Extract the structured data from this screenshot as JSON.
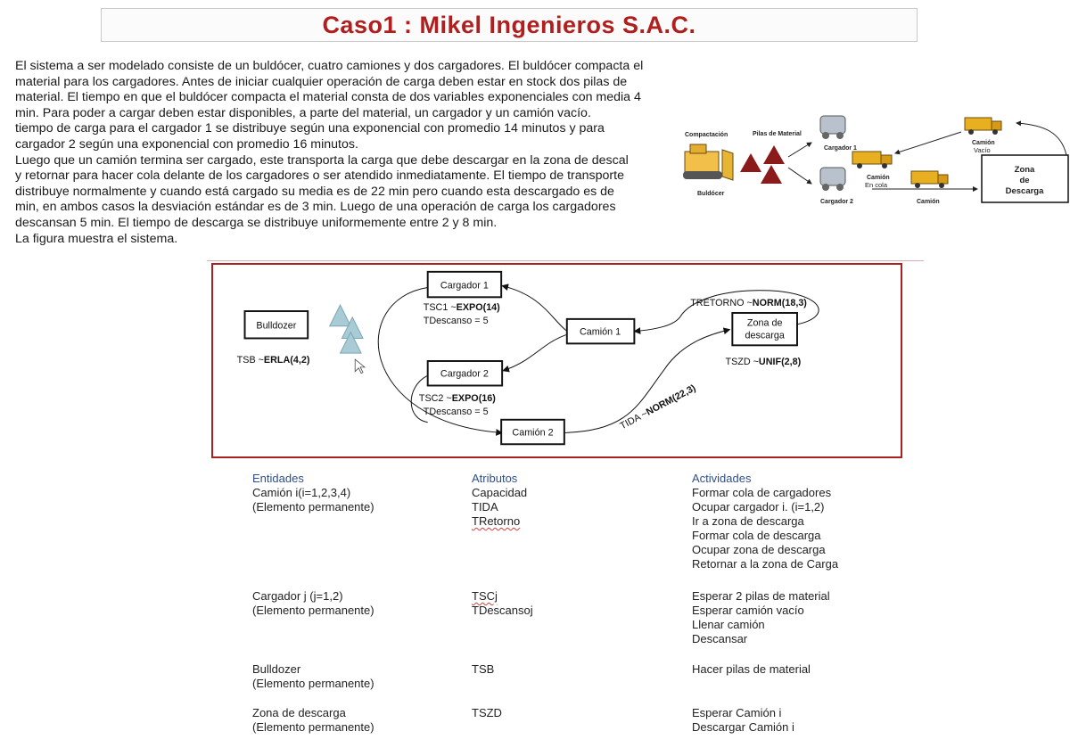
{
  "title": "Caso1 : Mikel Ingenieros S.A.C.",
  "intro_lines": [
    "El sistema a ser modelado consiste de un buldócer, cuatro camiones y dos cargadores. El buldócer compacta el",
    "material para los cargadores. Antes de iniciar cualquier operación de carga deben estar en stock dos pilas de",
    "material. El tiempo en que el buldócer compacta el material consta de dos variables exponenciales con media 4",
    "min. Para poder a cargar deben estar disponibles, a parte del material, un cargador y un camión vacío.",
    "tiempo de carga para el cargador 1 se distribuye según una exponencial con promedio 14 minutos y para",
    "cargador 2 según una exponencial con promedio 16 minutos.",
    "Luego que un camión termina ser cargado, este transporta la carga que debe descargar en la zona de descal",
    "y retornar para hacer cola delante de los cargadores o ser atendido inmediatamente. El tiempo de transporte",
    "distribuye normalmente y cuando está cargado su media es de 22 min pero cuando esta descargado es de",
    "min, en ambos casos la desviación estándar es de 3 min. Luego de una operación de carga los cargadores",
    "descansan 5 min. El tiempo de descarga se distribuye uniformemente entre 2 y 8 min.",
    "La figura muestra el sistema."
  ],
  "mini_figure": {
    "compactacion": "Compactación",
    "pilas": "Pilas de Material",
    "buldocer": "Buldócer",
    "cargador1": "Cargador 1",
    "cargador2": "Cargador 2",
    "camion_en_cola_1": "Camión",
    "camion_en_cola_2": "En cola",
    "camion_vacio_1": "Camión",
    "camion_vacio_2": "Vacío",
    "camion": "Camión",
    "zona_1": "Zona",
    "zona_2": "de",
    "zona_3": "Descarga",
    "colors": {
      "pile": "#8b1a1a",
      "truck": "#e8b020",
      "zona_border": "#111111"
    }
  },
  "diagram": {
    "bulldozer": "Bulldozer",
    "tsb_prefix": "TSB ~",
    "tsb_bold": "ERLA(4,2)",
    "cargador1": "Cargador 1",
    "tsc1_prefix": "TSC1 ~",
    "tsc1_bold": "EXPO(14)",
    "tdescanso1": "TDescanso = 5",
    "cargador2": "Cargador 2",
    "tsc2_prefix": "TSC2 ~",
    "tsc2_bold": "EXPO(16)",
    "tdescanso2": "TDescanso = 5",
    "camion1": "Camión 1",
    "camion2": "Camión 2",
    "zona_line1": "Zona de",
    "zona_line2": "descarga",
    "tretorno_prefix": "TRETORNO ~",
    "tretorno_bold": "NORM(18,3)",
    "tszd_prefix": "TSZD ~",
    "tszd_bold": "UNIF(2,8)",
    "tida_prefix": "TIDA ~",
    "tida_bold": "NORM(22,3)",
    "colors": {
      "border": "#a82222",
      "triangle_fill": "#a9cbd6",
      "triangle_stroke": "#7aa6b4"
    }
  },
  "table": {
    "headers": [
      "Entidades",
      "Atributos",
      "Actividades"
    ],
    "rows": [
      {
        "entidad": [
          "Camión i(i=1,2,3,4)",
          "(Elemento permanente)"
        ],
        "atributos": [
          "Capacidad",
          "TIDA",
          "TRetorno"
        ],
        "actividades": [
          "Formar cola de cargadores",
          "Ocupar cargador i. (i=1,2)",
          "Ir a zona de descarga",
          "Formar cola de descarga",
          "Ocupar zona de descarga",
          "Retornar a la zona de Carga"
        ]
      },
      {
        "entidad": [
          "Cargador j (j=1,2)",
          "(Elemento permanente)"
        ],
        "atributos": [
          "TSCj",
          "TDescansoj"
        ],
        "actividades": [
          "Esperar 2 pilas de material",
          "Esperar camión vacío",
          "Llenar camión",
          "Descansar"
        ]
      },
      {
        "entidad": [
          "Bulldozer",
          "(Elemento permanente)"
        ],
        "atributos": [
          "TSB"
        ],
        "actividades": [
          "Hacer pilas de material"
        ]
      },
      {
        "entidad": [
          "Zona de descarga",
          "(Elemento permanente)"
        ],
        "atributos": [
          "TSZD"
        ],
        "actividades": [
          "Esperar Camión i",
          "Descargar Camión i"
        ]
      }
    ]
  }
}
